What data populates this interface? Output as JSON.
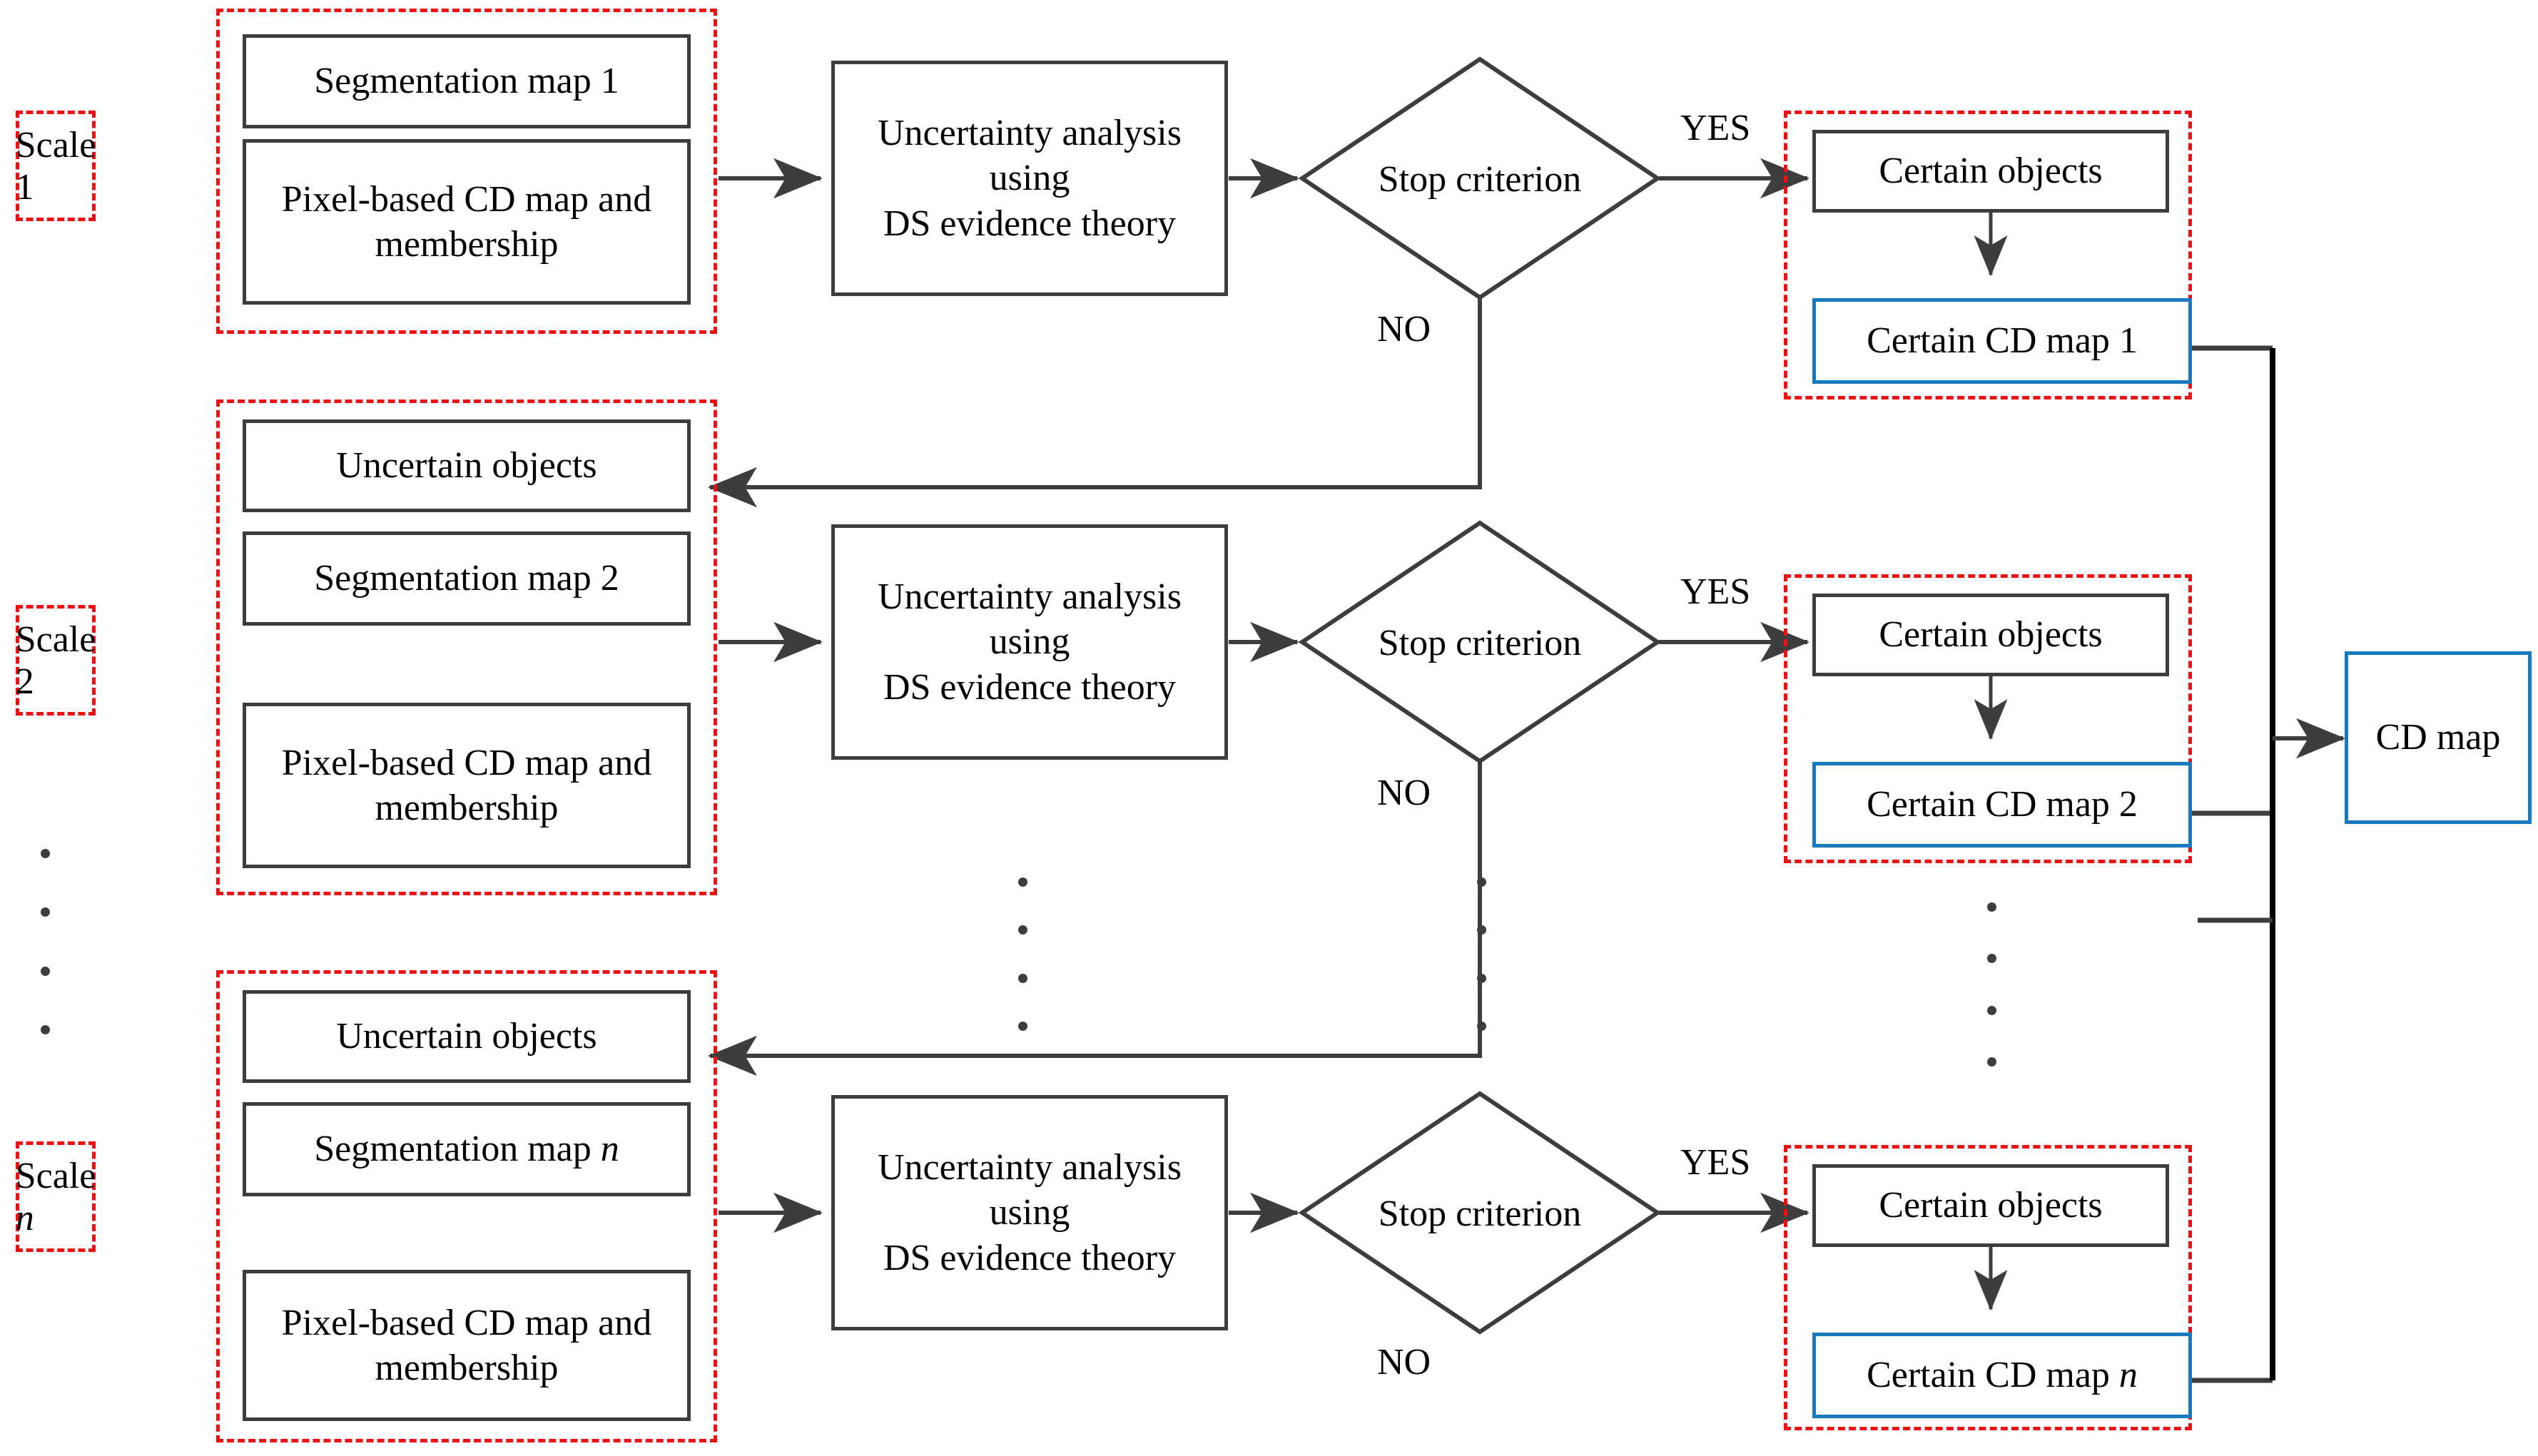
{
  "diagram": {
    "title": "Multiscale object-based change detection flowchart",
    "colors": {
      "dashed_group": "#ee1111",
      "box_border": "#3d3d3d",
      "highlight_border": "#1878c0",
      "arrow": "#3d3d3d"
    }
  },
  "scales": [
    {
      "id": "scale1",
      "label_prefix": "Scale ",
      "label_suffix": "1",
      "inputs": [
        {
          "name": "segmentation-map",
          "text_prefix": "Segmentation map ",
          "text_suffix": "1"
        },
        {
          "name": "pixel-cd-map",
          "text_prefix": "Pixel-based CD map and membership",
          "text_suffix": ""
        }
      ],
      "process": "Uncertainty analysis\nusing\nDS evidence theory",
      "process_lines": [
        "Uncertainty analysis",
        "using",
        "DS evidence theory"
      ],
      "decision": "Stop criterion",
      "yes_label": "YES",
      "no_label": "NO",
      "certain_objects": "Certain  objects",
      "certain_cd_prefix": "Certain  CD map ",
      "certain_cd_suffix": "1"
    },
    {
      "id": "scale2",
      "label_prefix": "Scale ",
      "label_suffix": "2",
      "uncertain_objects": "Uncertain  objects",
      "inputs": [
        {
          "name": "segmentation-map",
          "text_prefix": "Segmentation map ",
          "text_suffix": "2"
        },
        {
          "name": "pixel-cd-map",
          "text_prefix": "Pixel-based CD map and membership",
          "text_suffix": ""
        }
      ],
      "process_lines": [
        "Uncertainty analysis",
        "using",
        "DS evidence theory"
      ],
      "decision": "Stop criterion",
      "yes_label": "YES",
      "no_label": "NO",
      "certain_objects": "Certain  objects",
      "certain_cd_prefix": "Certain  CD map ",
      "certain_cd_suffix": "2"
    },
    {
      "id": "scalen",
      "label_prefix": "Scale ",
      "label_suffix": "n",
      "uncertain_objects": "Uncertain  objects",
      "inputs": [
        {
          "name": "segmentation-map",
          "text_prefix": "Segmentation map ",
          "text_suffix": "n"
        },
        {
          "name": "pixel-cd-map",
          "text_prefix": "Pixel-based CD map and membership",
          "text_suffix": ""
        }
      ],
      "process_lines": [
        "Uncertainty analysis",
        "using",
        "DS evidence theory"
      ],
      "decision": "Stop criterion",
      "yes_label": "YES",
      "no_label": "NO",
      "certain_objects": "Certain  objects",
      "certain_cd_prefix": "Certain  CD map ",
      "certain_cd_suffix": "n"
    }
  ],
  "output": {
    "label": "CD map"
  },
  "ellipsis": {
    "glyph": "·",
    "count": 4
  }
}
